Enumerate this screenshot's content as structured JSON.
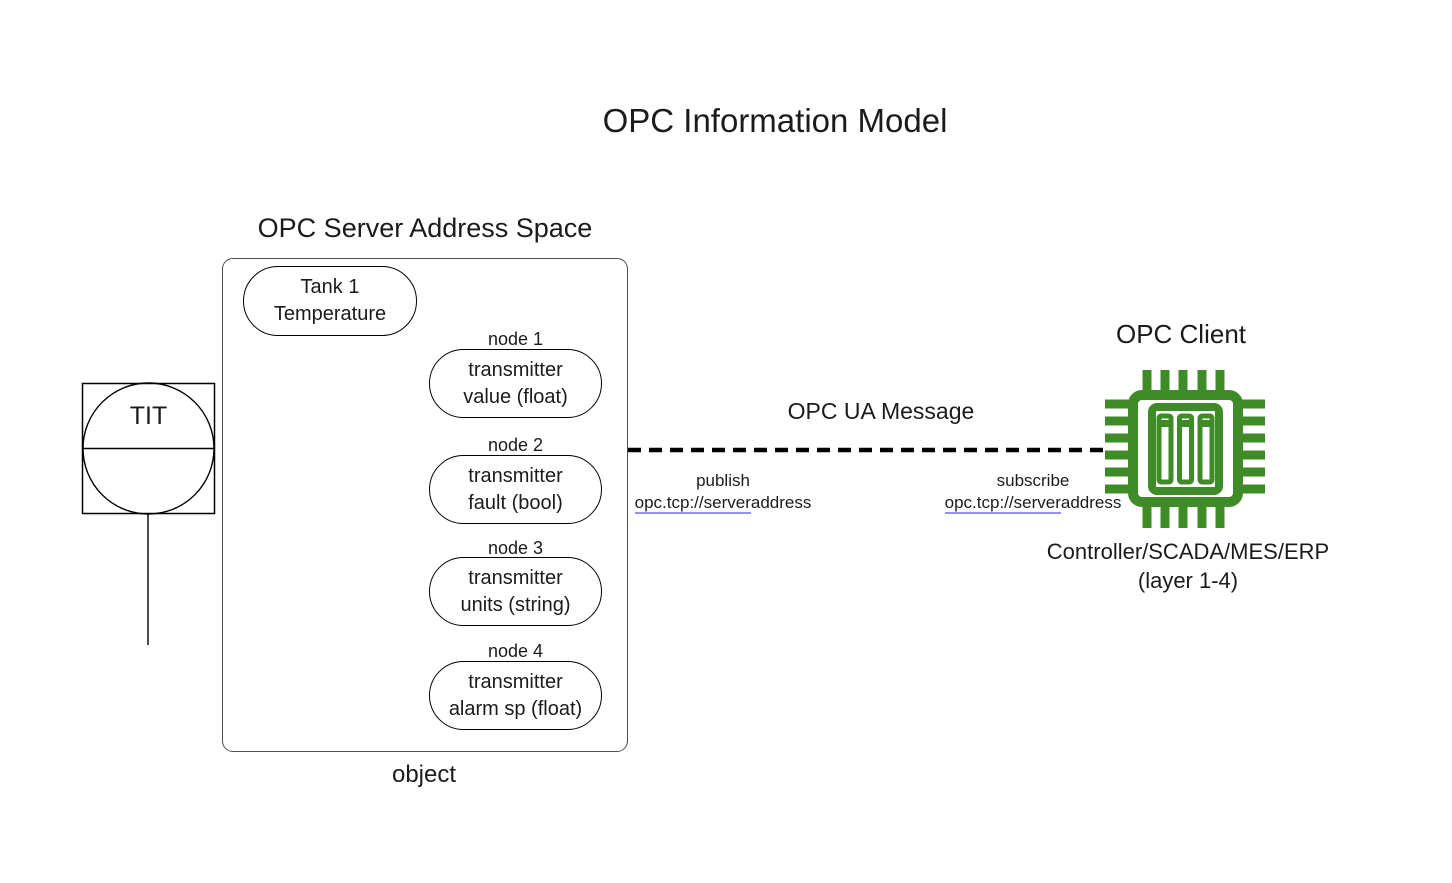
{
  "title": "OPC Information Model",
  "colors": {
    "chip_green": "#3f8b27",
    "link_underline": "#9191f1",
    "line_black": "#000000",
    "box_border_gray": "#4d4d4d"
  },
  "instrument": {
    "tag": "TIT"
  },
  "server": {
    "heading": "OPC Server Address Space",
    "caption": "object",
    "root_node": {
      "line1": "Tank 1",
      "line2": "Temperature"
    },
    "nodes": [
      {
        "label": "node 1",
        "line1": "transmitter",
        "line2": "value (float)"
      },
      {
        "label": "node 2",
        "line1": "transmitter",
        "line2": "fault (bool)"
      },
      {
        "label": "node 3",
        "line1": "transmitter",
        "line2": "units (string)"
      },
      {
        "label": "node 4",
        "line1": "transmitter",
        "line2": "alarm sp (float)"
      }
    ]
  },
  "message": {
    "label": "OPC UA Message",
    "publish": {
      "action": "publish",
      "address_link": "opc.tcp://server",
      "address_rest": "address"
    },
    "subscribe": {
      "action": "subscribe",
      "address_link": "opc.tcp://server",
      "address_rest": "address"
    }
  },
  "client": {
    "heading": "OPC Client",
    "icon": "chip-icon",
    "caption_line1": "Controller/SCADA/MES/ERP",
    "caption_line2": "(layer 1-4)"
  }
}
